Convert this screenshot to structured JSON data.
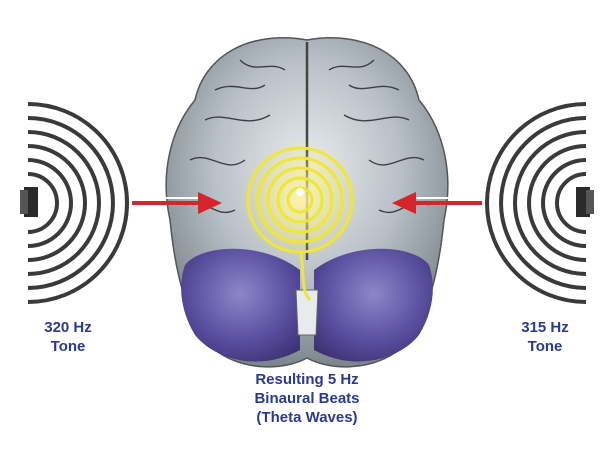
{
  "left_tone": {
    "line1": "320 Hz",
    "line2": "Tone"
  },
  "right_tone": {
    "line1": "315 Hz",
    "line2": "Tone"
  },
  "result": {
    "line1": "Resulting 5 Hz",
    "line2": "Binaural Beats",
    "line3": "(Theta Waves)"
  },
  "colors": {
    "label_text": "#2b3a8f",
    "arrow": "#d6242b",
    "rings": "#f0e63a",
    "brain": "#9aa3ab",
    "cerebellum": "#4a3f8c"
  },
  "icons": [
    "left-speaker-icon",
    "right-speaker-icon",
    "left-arrow-icon",
    "right-arrow-icon",
    "brain-icon"
  ]
}
